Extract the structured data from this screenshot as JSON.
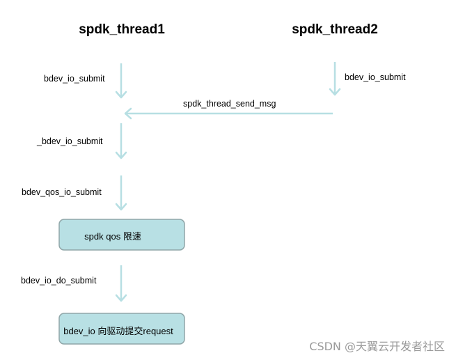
{
  "threads": {
    "thread1_title": "spdk_thread1",
    "thread2_title": "spdk_thread2"
  },
  "labels": {
    "thread1_submit": "bdev_io_submit",
    "thread2_submit": "bdev_io_submit",
    "send_msg": "spdk_thread_send_msg",
    "internal_submit": "_bdev_io_submit",
    "qos_submit": "bdev_qos_io_submit",
    "do_submit": "bdev_io_do_submit"
  },
  "boxes": {
    "qos_box": "spdk qos 限速",
    "request_box": "bdev_io 向驱动提交request"
  },
  "watermark": "CSDN @天翼云开发者社区",
  "colors": {
    "arrow": "#b7dfe3",
    "box_fill": "#b8e0e4",
    "box_border": "#8fa6a8"
  }
}
